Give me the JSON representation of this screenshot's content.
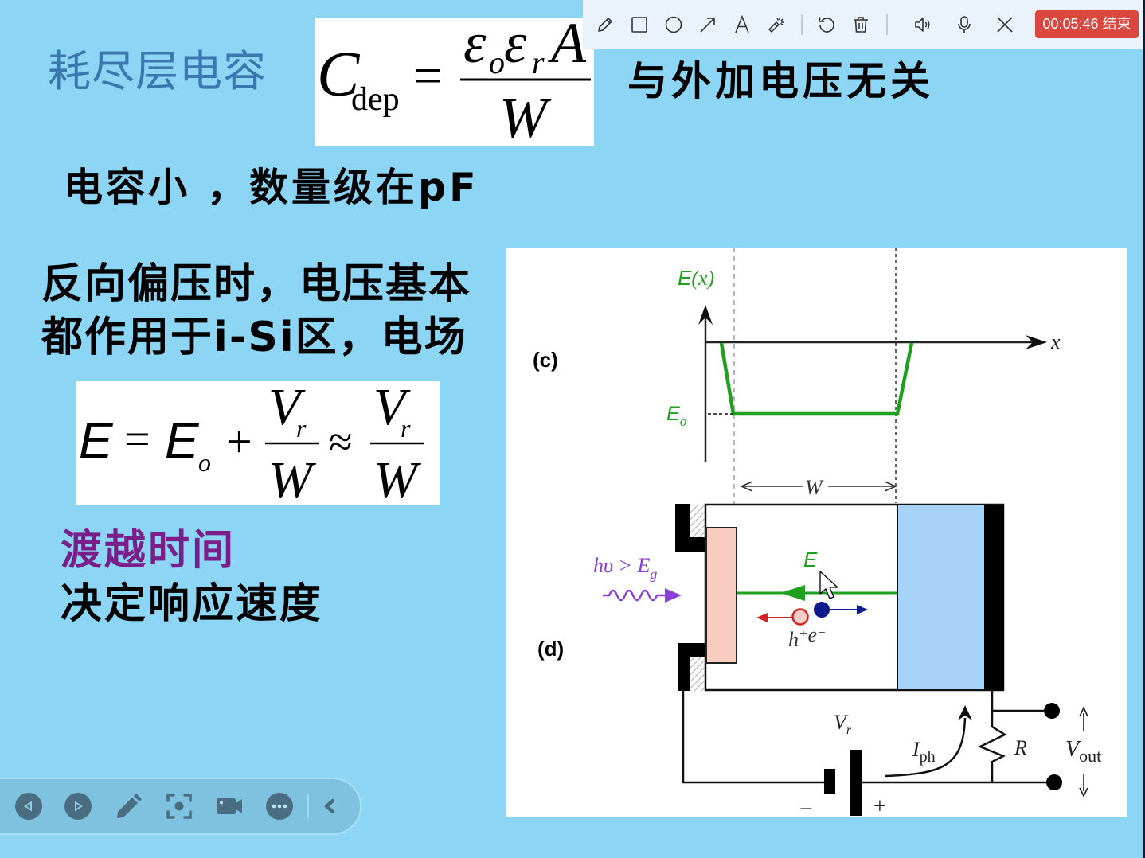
{
  "annotation_toolbar": {
    "tools": [
      {
        "id": "pen",
        "icon": "pencil-icon"
      },
      {
        "id": "rectangle",
        "icon": "rectangle-icon"
      },
      {
        "id": "ellipse",
        "icon": "circle-icon"
      },
      {
        "id": "arrow",
        "icon": "arrow-icon"
      },
      {
        "id": "text",
        "icon": "text-icon"
      },
      {
        "id": "laser",
        "icon": "magic-wand-icon"
      },
      {
        "id": "undo",
        "icon": "undo-icon"
      },
      {
        "id": "clear",
        "icon": "trash-icon"
      },
      {
        "id": "speaker",
        "icon": "speaker-icon"
      },
      {
        "id": "microphone",
        "icon": "microphone-icon"
      },
      {
        "id": "close",
        "icon": "close-icon"
      }
    ],
    "recording_timer": "00:05:46",
    "end_button_label": "结束",
    "colors": {
      "background": "#EAF3FB",
      "icon": "#333333",
      "end_button": "#D9473E"
    }
  },
  "slide": {
    "background": "#8DD5F5",
    "title": "耗尽层电容",
    "title_color": "#3A77AE",
    "capacitance_formula": {
      "lhs": "C",
      "lhs_sub": "dep",
      "eq": "=",
      "num_eps1": "ε",
      "num_eps1_sub": "o",
      "num_eps2": "ε",
      "num_eps2_sub": "r",
      "num_area": "A",
      "den": "W"
    },
    "note_independent": "与外加电压无关",
    "note_small": "电容小 ，数量级在pF",
    "bias_paragraph": [
      "反向偏压时，电压基本",
      "都作用于i-Si区，电场"
    ],
    "field_formula": {
      "lhs": "E",
      "eq": "=",
      "e0": "E",
      "e0_sub": "o",
      "plus": "+",
      "frac1_num": "V",
      "frac1_num_sub": "r",
      "frac1_den": "W",
      "approx": "≈",
      "frac2_num": "V",
      "frac2_num_sub": "r",
      "frac2_den": "W"
    },
    "transit_heading": "渡越时间",
    "transit_heading_color": "#7A1E8A",
    "transit_text": "决定响应速度"
  },
  "diagram": {
    "panel_c": {
      "label": "(c)",
      "y_axis_label": "E",
      "y_axis_arg": "(x)",
      "x_axis_label": "x",
      "e0_label": "E",
      "e0_sub": "o"
    },
    "panel_d": {
      "label": "(d)",
      "width_label": "W",
      "field_label": "E",
      "photon_label": "hυ > E",
      "photon_sub": "g",
      "hole_label": "h",
      "hole_sup": "+",
      "electron_label": "e",
      "electron_sup": "−",
      "battery_label": "V",
      "battery_sub": "r",
      "battery_minus": "−",
      "battery_plus": "+",
      "current_label": "I",
      "current_sub": "ph",
      "resistor_label": "R",
      "output_label": "V",
      "output_sub": "out"
    },
    "colors": {
      "field_green": "#1FA01F",
      "photon_purple": "#8B3FD9",
      "hole_red": "#D32222",
      "electron_blue": "#0B1B8E",
      "p_region": "#F8CDBF",
      "n_region": "#A7D3FA"
    }
  },
  "playback_toolbar": {
    "buttons": [
      {
        "id": "previous",
        "icon": "previous-icon"
      },
      {
        "id": "next",
        "icon": "next-icon"
      },
      {
        "id": "pen",
        "icon": "pen-icon"
      },
      {
        "id": "spotlight",
        "icon": "screenshot-focus-icon"
      },
      {
        "id": "record",
        "icon": "video-camera-icon"
      },
      {
        "id": "more",
        "icon": "more-icon"
      },
      {
        "id": "collapse",
        "icon": "chevron-left-icon"
      }
    ],
    "colors": {
      "background": "#7EC2E0",
      "icon": "#4A6D82"
    }
  }
}
